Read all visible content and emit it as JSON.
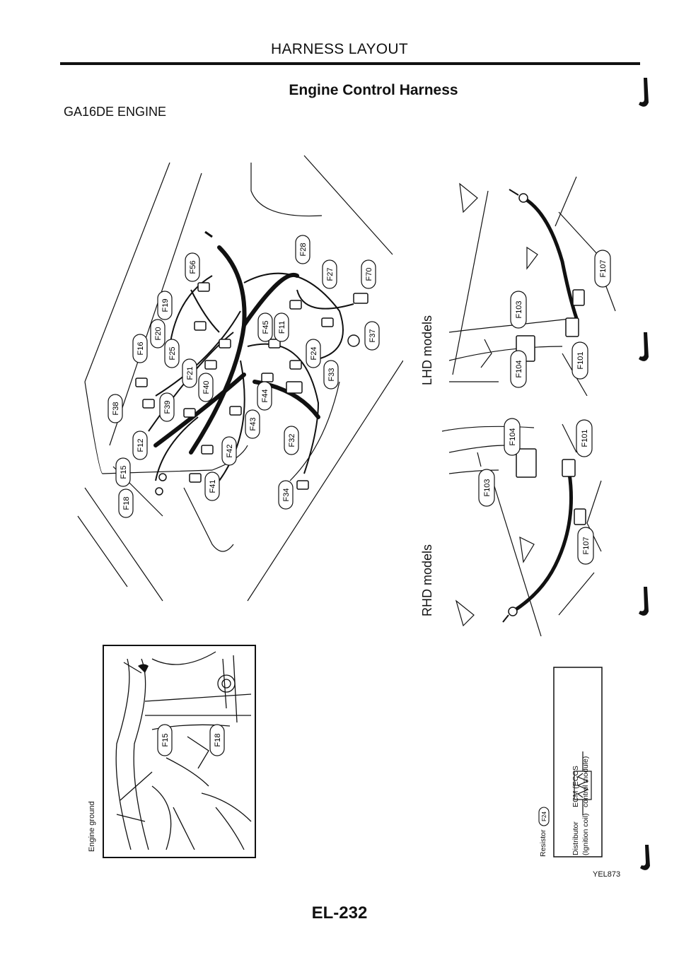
{
  "header": {
    "title": "HARNESS LAYOUT"
  },
  "subtitle": "Engine Control Harness",
  "engine_label": "GA16DE ENGINE",
  "main_diagram": {
    "connectors": [
      "F56",
      "F19",
      "F20",
      "F16",
      "F25",
      "F21",
      "F40",
      "F38",
      "F39",
      "F12",
      "F15",
      "F18",
      "F41",
      "F42",
      "F43",
      "F44",
      "F45",
      "F11",
      "F28",
      "F27",
      "F70",
      "F37",
      "F24",
      "F33",
      "F32",
      "F34"
    ]
  },
  "lhd": {
    "label": "LHD models",
    "connectors": [
      "F107",
      "F103",
      "F104",
      "F101"
    ]
  },
  "rhd": {
    "label": "RHD models",
    "connectors": [
      "F104",
      "F101",
      "F103",
      "F107"
    ]
  },
  "ground_inset": {
    "label": "Engine ground",
    "connectors": [
      "F15",
      "F18"
    ]
  },
  "legend": {
    "resistor": "Resistor",
    "resistor_conn": "F24",
    "distributor_1": "Distributor",
    "distributor_2": "(Ignition coil)",
    "ecm_1": "ECM (ECCS",
    "ecm_2": "control module)"
  },
  "figure_code": "YEL873",
  "page_number": "EL-232"
}
